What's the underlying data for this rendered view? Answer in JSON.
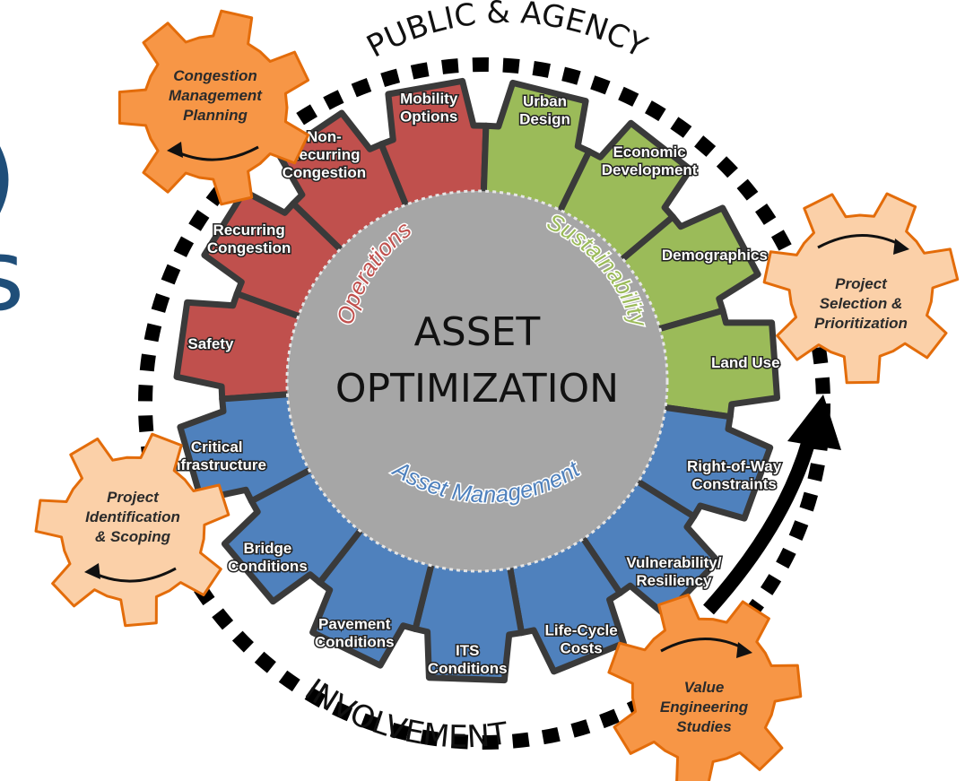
{
  "partial_title_glyphs": ")\ns",
  "center": {
    "line1": "ASSET",
    "line2": "OPTIMIZATION"
  },
  "inner_labels": {
    "operations": "Operations",
    "sustainability": "Sustainability",
    "asset_management": "Asset Management"
  },
  "outer_ring": {
    "top": "PUBLIC & AGENCY",
    "bottom": "INVOLVEMENT"
  },
  "segments": [
    {
      "group": "operations",
      "lines": [
        "Safety"
      ]
    },
    {
      "group": "operations",
      "lines": [
        "Recurring",
        "Congestion"
      ]
    },
    {
      "group": "operations",
      "lines": [
        "Non-",
        "Recurring",
        "Congestion"
      ]
    },
    {
      "group": "operations",
      "lines": [
        "Mobility",
        "Options"
      ]
    },
    {
      "group": "sustainability",
      "lines": [
        "Urban",
        "Design"
      ]
    },
    {
      "group": "sustainability",
      "lines": [
        "Economic",
        "Development"
      ]
    },
    {
      "group": "sustainability",
      "lines": [
        "Demographics"
      ]
    },
    {
      "group": "sustainability",
      "lines": [
        "Land Use"
      ]
    },
    {
      "group": "asset_management",
      "lines": [
        "Right-of-Way",
        "Constraints"
      ]
    },
    {
      "group": "asset_management",
      "lines": [
        "Vulnerability/",
        "Resiliency"
      ]
    },
    {
      "group": "asset_management",
      "lines": [
        "Life-Cycle",
        "Costs"
      ]
    },
    {
      "group": "asset_management",
      "lines": [
        "ITS",
        "Conditions"
      ]
    },
    {
      "group": "asset_management",
      "lines": [
        "Pavement",
        "Conditions"
      ]
    },
    {
      "group": "asset_management",
      "lines": [
        "Bridge",
        "Conditions"
      ]
    },
    {
      "group": "asset_management",
      "lines": [
        "Critical",
        "Infrastructure"
      ]
    }
  ],
  "process_gears": [
    {
      "lines": [
        "Congestion",
        "Management",
        "Planning"
      ],
      "style": "dark"
    },
    {
      "lines": [
        "Project",
        "Selection &",
        "Prioritization"
      ],
      "style": "light"
    },
    {
      "lines": [
        "Value",
        "Engineering",
        "Studies"
      ],
      "style": "dark"
    },
    {
      "lines": [
        "Project",
        "Identification",
        "& Scoping"
      ],
      "style": "light"
    }
  ],
  "colors": {
    "operations": "#c0504d",
    "sustainability": "#9bbb59",
    "asset_management": "#4f81bd",
    "gear_dark": "#f79646",
    "gear_light": "#fbd0a8",
    "gear_stroke": "#e36c0a",
    "center": "#a6a6a6",
    "partial_title": "#1f4e79",
    "ring_dashes": "#000000"
  }
}
